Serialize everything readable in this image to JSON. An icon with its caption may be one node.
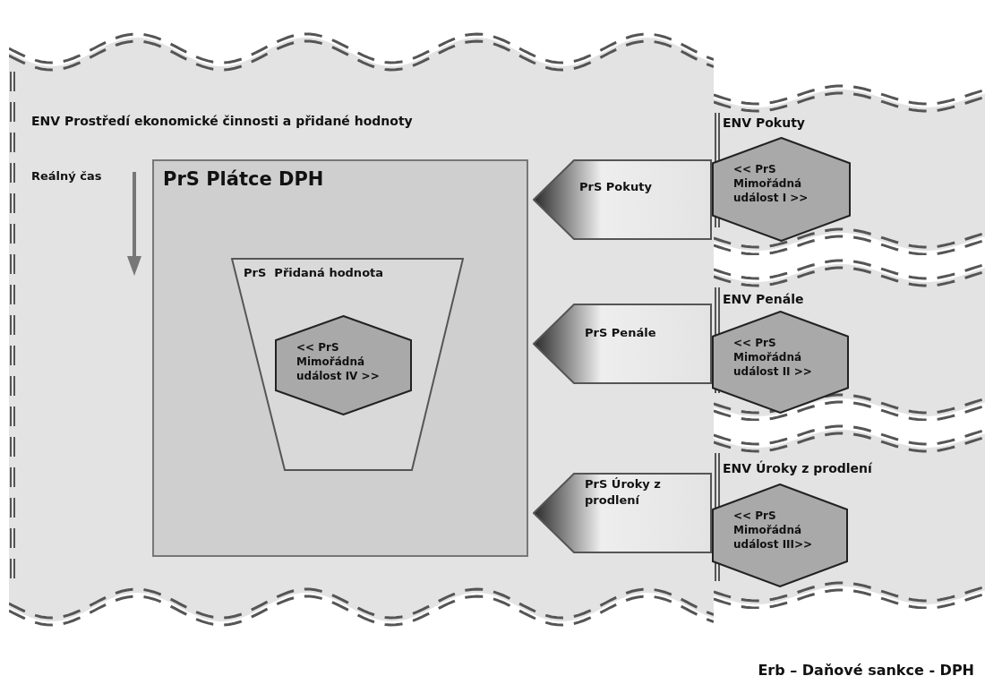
{
  "diagram": {
    "caption": "Erb – Daňové sankce - DPH",
    "nodes": [
      {
        "text": [
          "ENV Prostředí ekonomické činnosti a přidané hodnoty"
        ]
      },
      {
        "text": [
          "PrS Plátce DPH"
        ],
        "in": 0
      },
      {
        "text": [
          "PrS  Přidaná hodnota"
        ],
        "in": 1
      },
      {
        "text": [
          "<< PrS Mimořádná událost IV >>"
        ],
        "in": 2
      },
      {
        "text": [
          "PrS Pokuty"
        ],
        "in": 0
      },
      {
        "text": [
          "PrS Penále"
        ],
        "in": 0
      },
      {
        "text": [
          "PrS Úroky z prodlení"
        ],
        "in": 0
      },
      {
        "text": [
          "ENV Pokuty"
        ]
      },
      {
        "text": [
          "<< PrS Mimořádná událost I >>"
        ],
        "in": 7
      },
      {
        "text": [
          "ENV Penále"
        ]
      },
      {
        "text": [
          "<< PrS Mimořádná událost II >>"
        ],
        "in": 9
      },
      {
        "text": [
          "ENV Úroky z prodlení"
        ]
      },
      {
        "text": [
          "<< PrS Mimořádná událost III>>"
        ],
        "in": 11
      }
    ],
    "labels": [
      "Reálný čas"
    ]
  }
}
